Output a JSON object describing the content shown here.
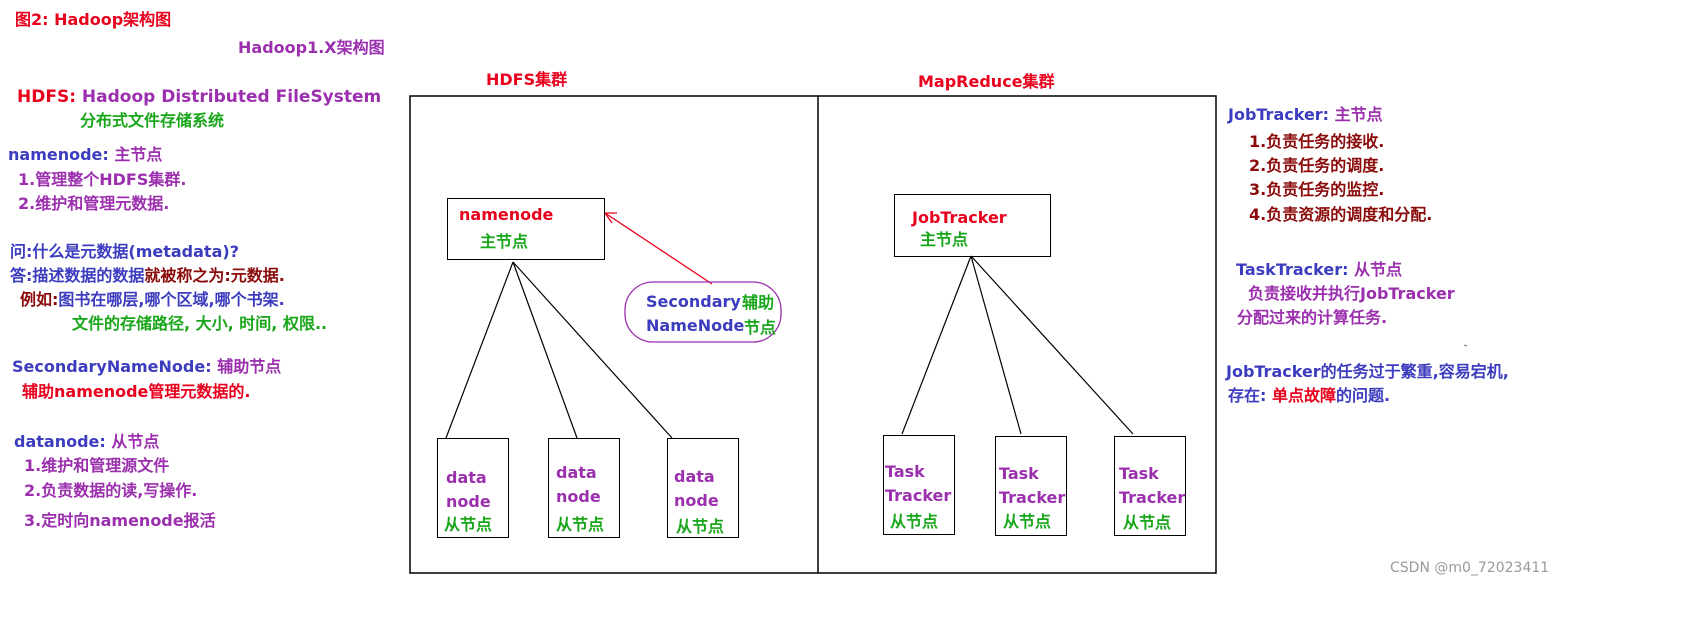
{
  "colors": {
    "red": "#e8001c",
    "purple": "#9b2fae",
    "blue": "#3c3cbf",
    "green": "#1aa61a",
    "dark_red": "#8b0a0a"
  },
  "left": {
    "fig_title": "图2: Hadoop架构图",
    "sub_title": "Hadoop1.X架构图",
    "hdfs_label": "HDFS: ",
    "hdfs_full": "Hadoop Distributed FileSystem",
    "hdfs_desc": "分布式文件存储系统",
    "namenode_key": "namenode: ",
    "namenode_role": "主节点",
    "nn_1": "1.管理整个HDFS集群.",
    "nn_2": "2.维护和管理元数据.",
    "q": "问:什么是元数据(metadata)?",
    "a_prefix": "答:描述数据的数据",
    "a_suffix": "就被称之为:元数据.",
    "eg_prefix": "例如:",
    "eg_1": "图书在哪层,哪个区域,哪个书架.",
    "eg_2": "文件的存储路径, 大小, 时间, 权限..",
    "snn_key": "SecondaryNameNode: ",
    "snn_role": "辅助节点",
    "snn_desc": "辅助namenode管理元数据的.",
    "dn_key": "datanode: ",
    "dn_role": "从节点",
    "dn_1": "1.维护和管理源文件",
    "dn_2": "2.负责数据的读,写操作.",
    "dn_3": "3.定时向namenode报活"
  },
  "diagram": {
    "hdfs_cluster": "HDFS集群",
    "mr_cluster": "MapReduce集群",
    "namenode": "namenode",
    "namenode_role": "主节点",
    "secondary_1": "Secondary",
    "secondary_2": "NameNode",
    "secondary_role_1": "辅助",
    "secondary_role_2": "节点",
    "datanodes": [
      {
        "l1": "data",
        "l2": "node",
        "role": "从节点"
      },
      {
        "l1": "data",
        "l2": "node",
        "role": "从节点"
      },
      {
        "l1": "data",
        "l2": "node",
        "role": "从节点"
      }
    ],
    "jobtracker": "JobTracker",
    "jobtracker_role": "主节点",
    "tasktrackers": [
      {
        "l1": "Task",
        "l2": "Tracker",
        "role": "从节点"
      },
      {
        "l1": "Task",
        "l2": "Tracker",
        "role": "从节点"
      },
      {
        "l1": "Task",
        "l2": "Tracker",
        "role": "从节点"
      }
    ]
  },
  "right": {
    "jt_key": "JobTracker: ",
    "jt_role": "主节点",
    "jt_1": "1.负责任务的接收.",
    "jt_2": "2.负责任务的调度.",
    "jt_3": "3.负责任务的监控.",
    "jt_4": "4.负责资源的调度和分配.",
    "tt_key": "TaskTracker: ",
    "tt_role": "从节点",
    "tt_1": "负责接收并执行JobTracker",
    "tt_2": "分配过来的计算任务.",
    "note_1": "JobTracker的任务过于繁重,容易宕机,",
    "note_2_prefix": "存在: ",
    "note_2_red": "单点故障",
    "note_2_suffix": "的问题."
  },
  "watermark": "CSDN @m0_72023411"
}
